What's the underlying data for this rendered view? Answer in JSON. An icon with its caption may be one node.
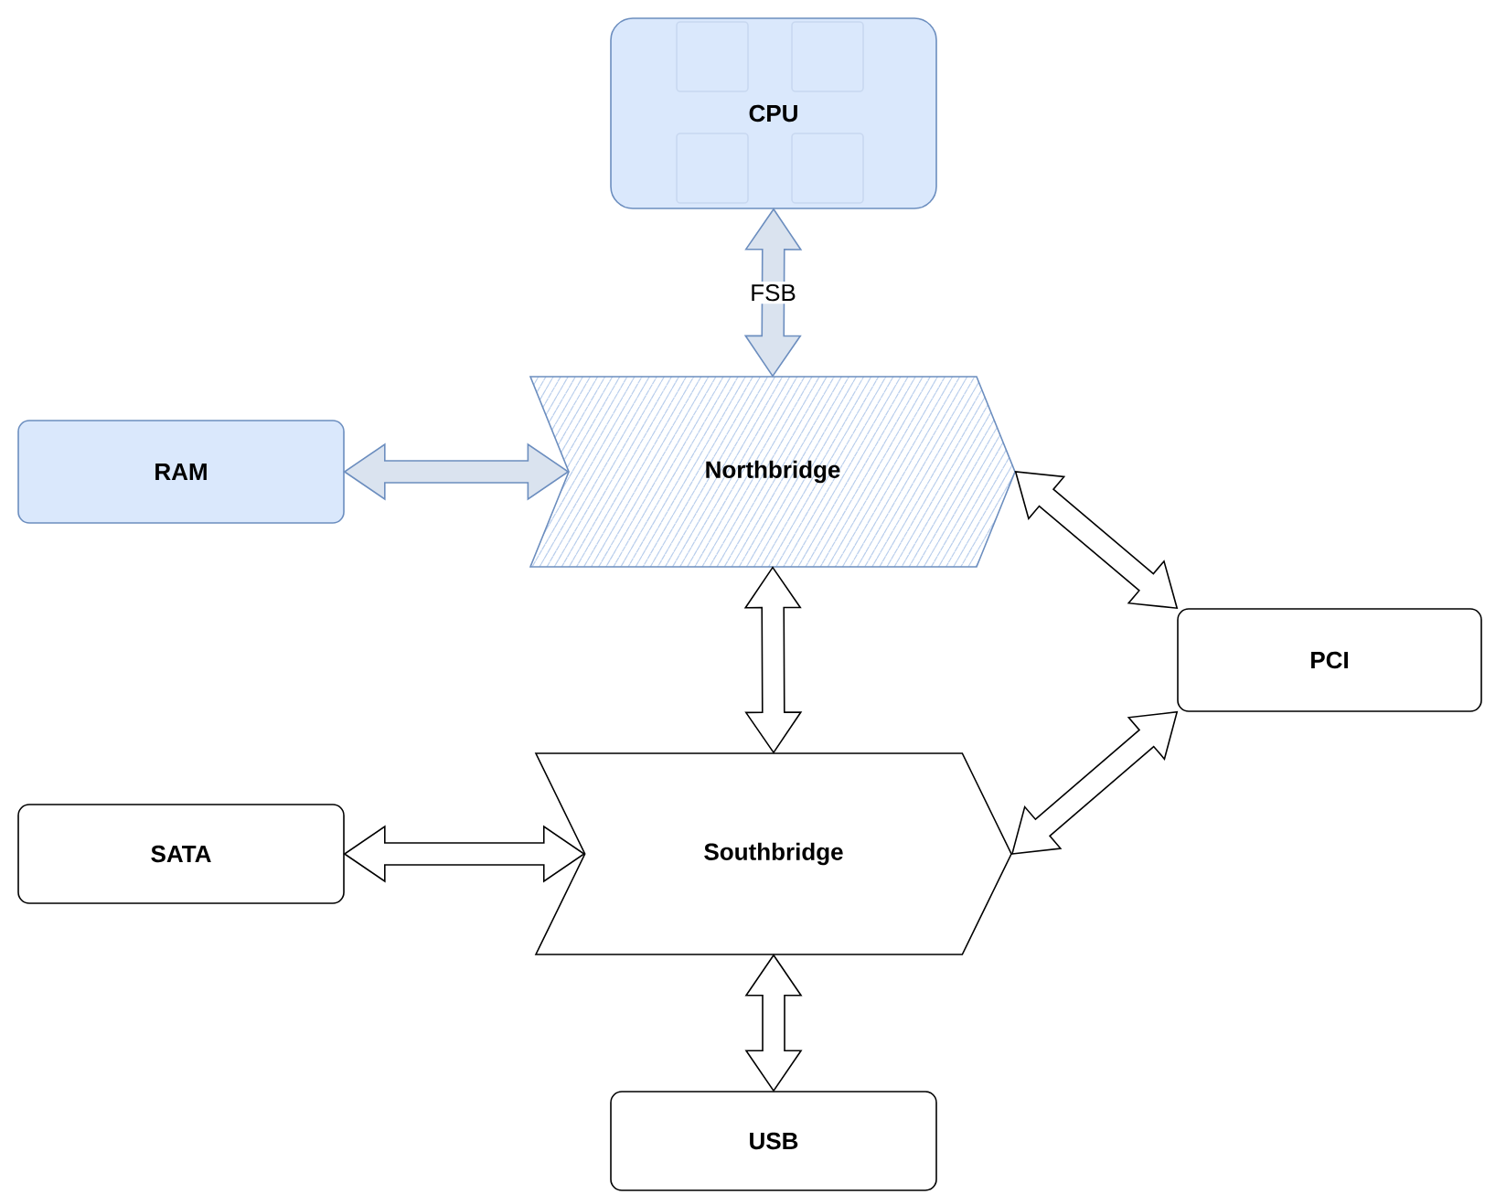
{
  "diagram": {
    "nodes": [
      {
        "text": [
          "CPU"
        ]
      },
      {
        "text": [
          "Northbridge"
        ]
      },
      {
        "text": [
          "RAM"
        ]
      },
      {
        "text": [
          "PCI"
        ]
      },
      {
        "text": [
          "Southbridge"
        ]
      },
      {
        "text": [
          "SATA"
        ]
      },
      {
        "text": [
          "USB"
        ]
      }
    ],
    "edges": [
      {
        "from": 0,
        "to": 1,
        "arrow": "both",
        "label": "FSB",
        "color": "#6c8ebf"
      },
      {
        "from": 2,
        "to": 1,
        "arrow": "both",
        "color": "#6c8ebf"
      },
      {
        "from": 1,
        "to": 3,
        "arrow": "both"
      },
      {
        "from": 1,
        "to": 4,
        "arrow": "both"
      },
      {
        "from": 5,
        "to": 4,
        "arrow": "both"
      },
      {
        "from": 4,
        "to": 3,
        "arrow": "both"
      },
      {
        "from": 4,
        "to": 6,
        "arrow": "both"
      }
    ]
  }
}
